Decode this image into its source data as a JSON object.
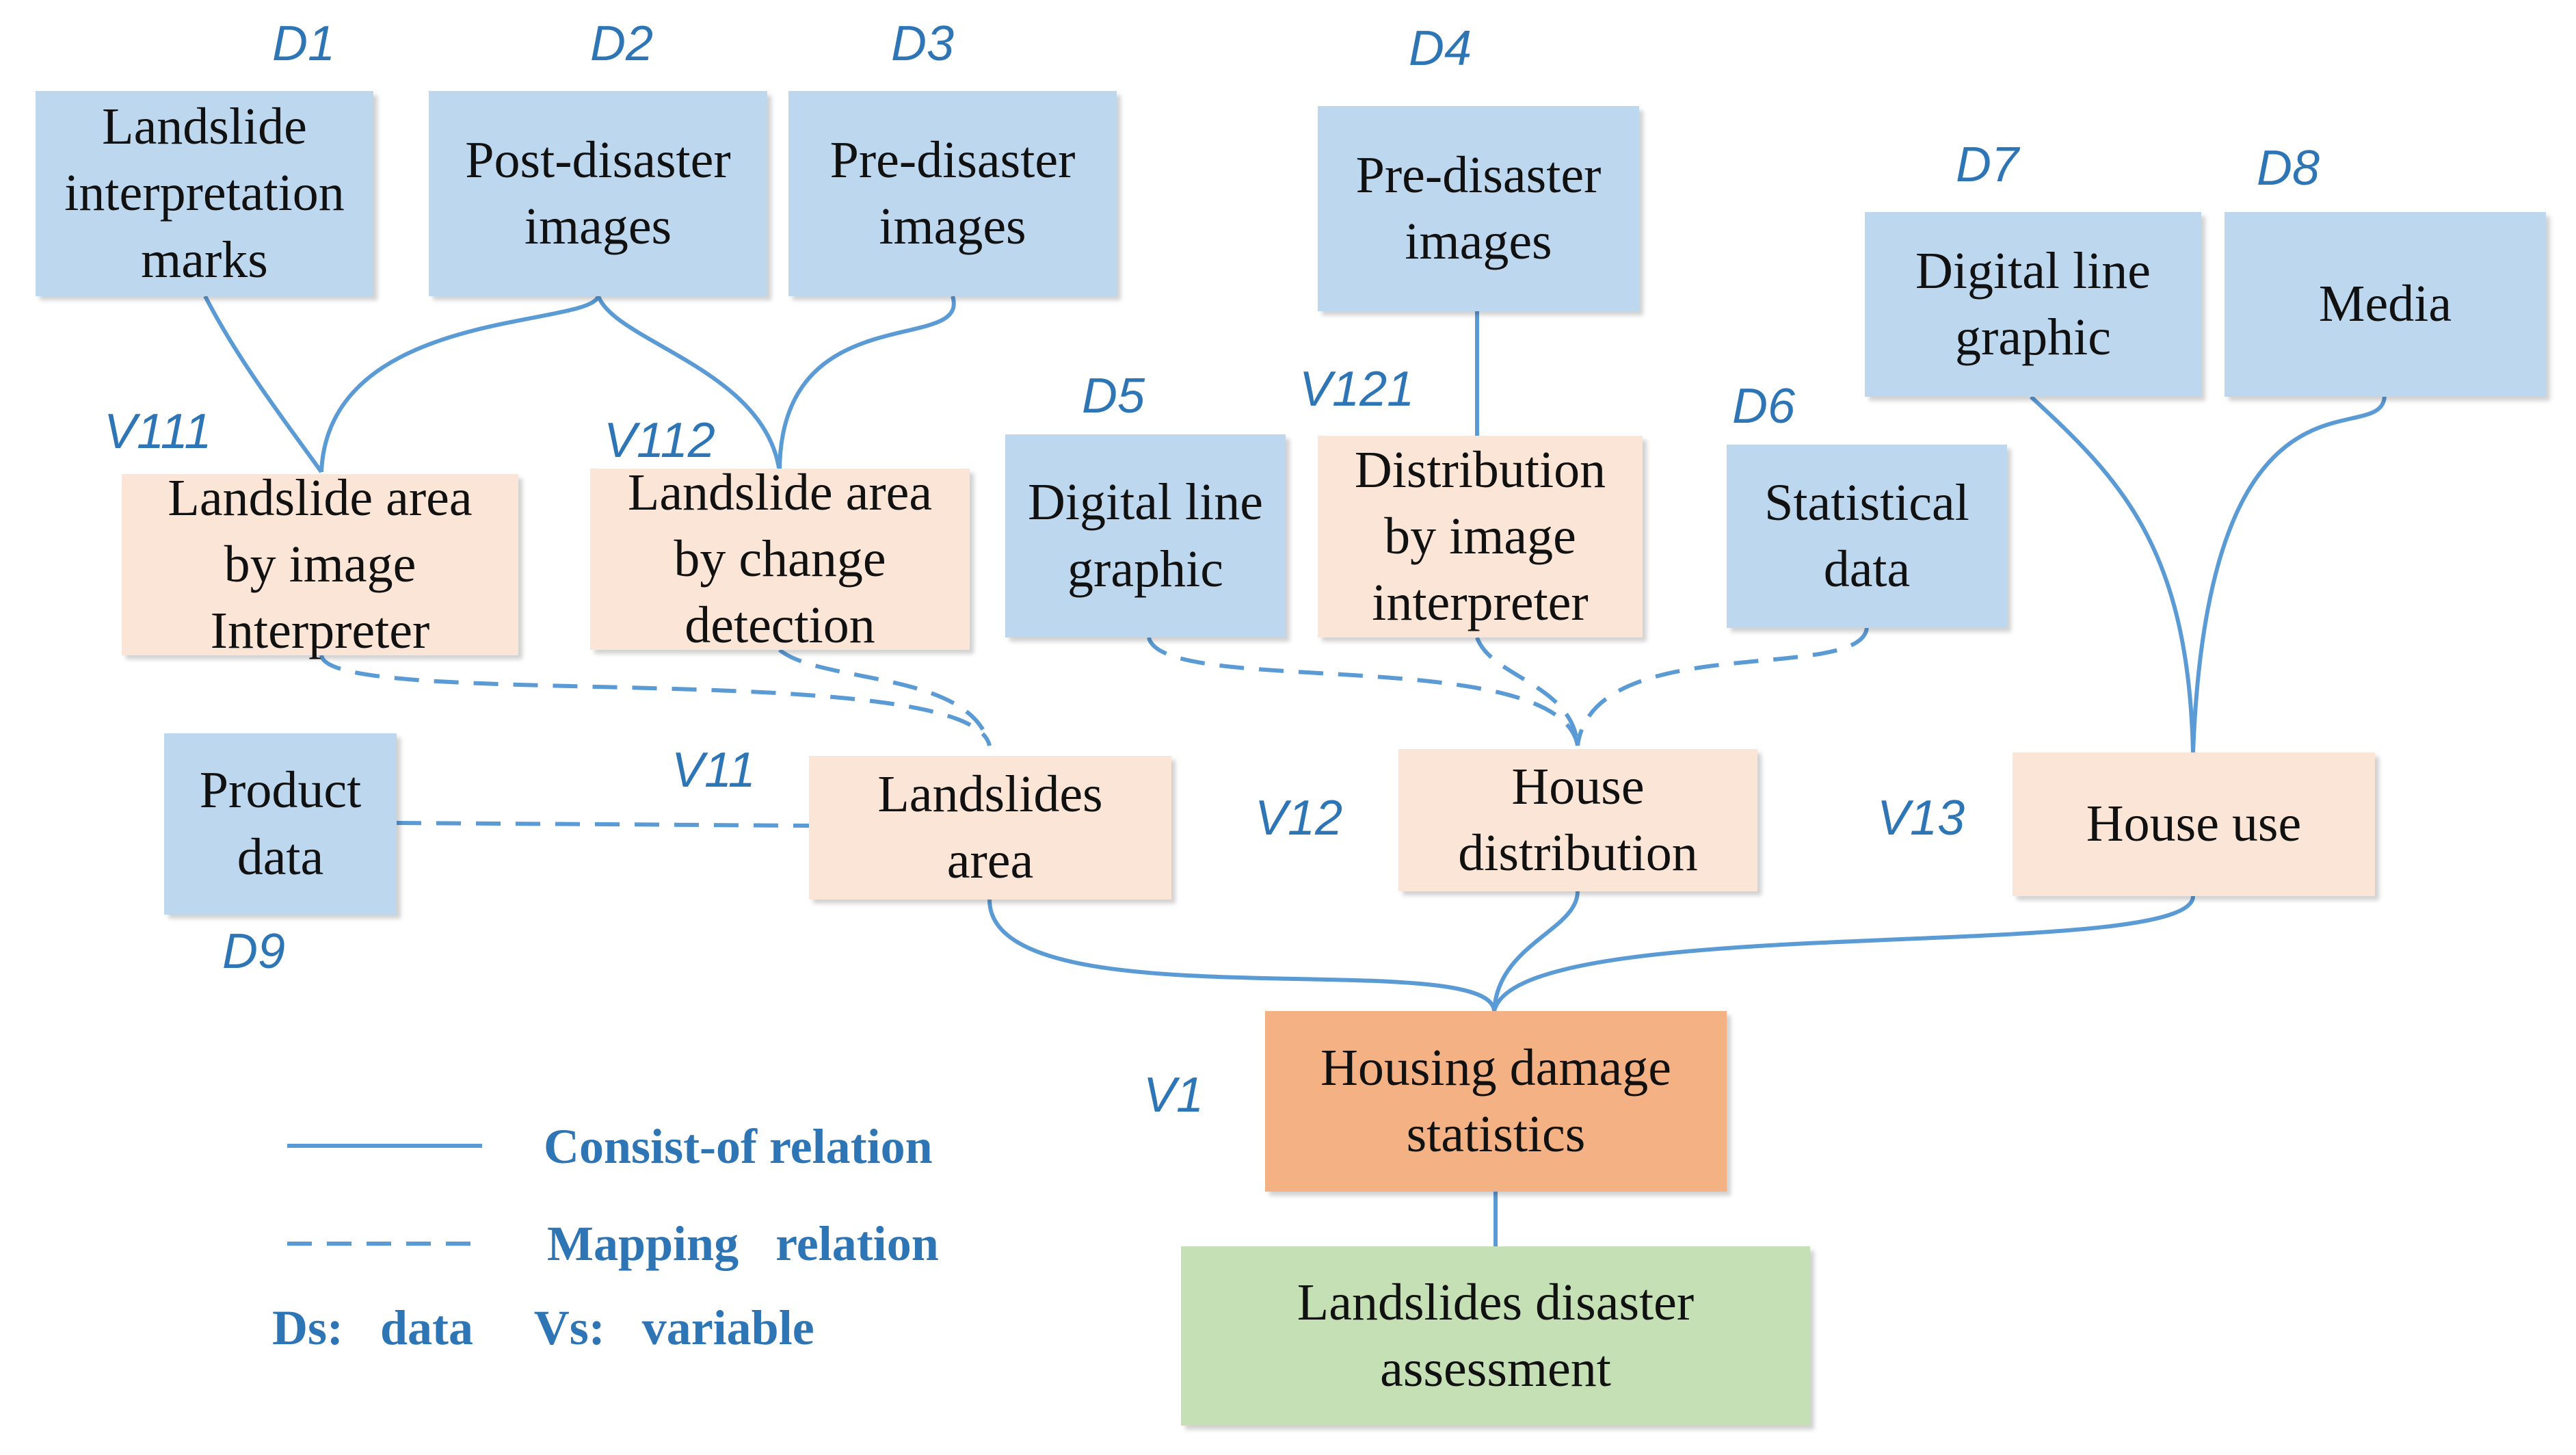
{
  "diagram": {
    "nodes": {
      "d1": "Landslide\ninterpretation\nmarks",
      "d2": "Post-disaster\nimages",
      "d3": "Pre-disaster\nimages",
      "d4": "Pre-disaster\nimages",
      "d5": "Digital line\ngraphic",
      "d6": "Statistical\ndata",
      "d7": "Digital line\ngraphic",
      "d8": "Media",
      "d9": "Product\ndata",
      "v111": "Landslide area\nby image\nInterpreter",
      "v112": "Landslide area\nby change\ndetection",
      "v121": "Distribution\nby image\ninterpreter",
      "v11": "Landslides\narea",
      "v12": "House\ndistribution",
      "v13": "House use",
      "v1": "Housing damage\nstatistics",
      "goal": "Landslides disaster\nassessment"
    },
    "tags": {
      "d1": "D1",
      "d2": "D2",
      "d3": "D3",
      "d4": "D4",
      "d5": "D5",
      "d6": "D6",
      "d7": "D7",
      "d8": "D8",
      "d9": "D9",
      "v111": "V111",
      "v112": "V112",
      "v121": "V121",
      "v11": "V11",
      "v12": "V12",
      "v13": "V13",
      "v1": "V1"
    }
  },
  "legend": {
    "consist": "Consist-of relation",
    "mapping": "Mapping   relation",
    "key": "Ds:   data     Vs:   variable"
  },
  "colors": {
    "data_box": "#bdd7ee",
    "variable_box": "#fbe5d6",
    "summary_box": "#f4b183",
    "goal_box": "#c5e0b4",
    "connector": "#5b9bd5",
    "label_text": "#2e75b6"
  }
}
